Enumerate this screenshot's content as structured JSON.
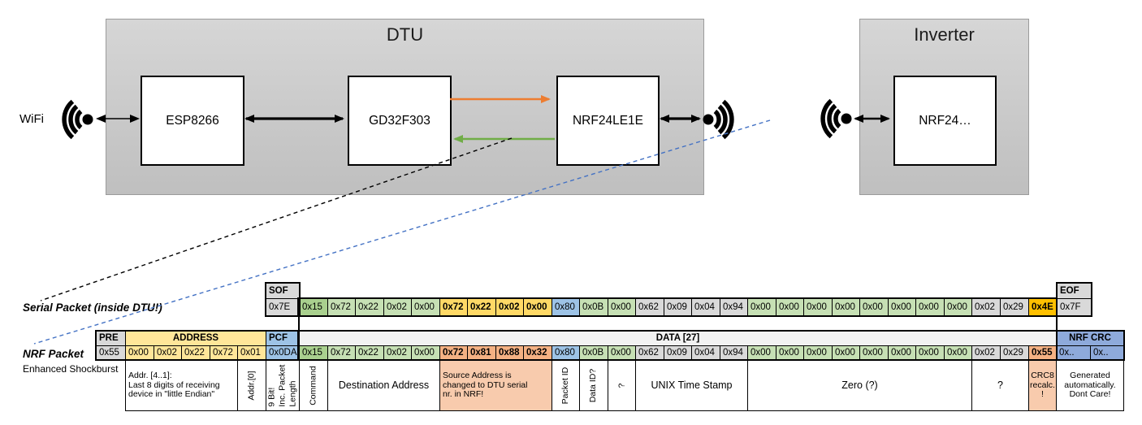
{
  "diagram": {
    "wifi_label": "WiFi",
    "dtu": {
      "title": "DTU",
      "components": [
        {
          "label": "ESP8266"
        },
        {
          "label": "GD32F303"
        },
        {
          "label": "NRF24LE1E"
        }
      ]
    },
    "inverter": {
      "title": "Inverter",
      "components": [
        {
          "label": "NRF24…"
        }
      ]
    }
  },
  "serial_packet": {
    "label": "Serial Packet (inside DTU!)",
    "sof_header": "SOF",
    "sof_value": "0x7E",
    "eof_header": "EOF",
    "eof_value": "0x7F",
    "bytes": [
      {
        "v": "0x15",
        "c": "gd"
      },
      {
        "v": "0x72",
        "c": "gl"
      },
      {
        "v": "0x22",
        "c": "gl"
      },
      {
        "v": "0x02",
        "c": "gl"
      },
      {
        "v": "0x00",
        "c": "gl"
      },
      {
        "v": "0x72",
        "c": "au"
      },
      {
        "v": "0x22",
        "c": "au"
      },
      {
        "v": "0x02",
        "c": "au"
      },
      {
        "v": "0x00",
        "c": "au"
      },
      {
        "v": "0x80",
        "c": "bl"
      },
      {
        "v": "0x0B",
        "c": "gl"
      },
      {
        "v": "0x00",
        "c": "gl"
      },
      {
        "v": "0x62",
        "c": "gy"
      },
      {
        "v": "0x09",
        "c": "gy"
      },
      {
        "v": "0x04",
        "c": "gy"
      },
      {
        "v": "0x94",
        "c": "gy"
      },
      {
        "v": "0x00",
        "c": "gl"
      },
      {
        "v": "0x00",
        "c": "gl"
      },
      {
        "v": "0x00",
        "c": "gl"
      },
      {
        "v": "0x00",
        "c": "gl"
      },
      {
        "v": "0x00",
        "c": "gl"
      },
      {
        "v": "0x00",
        "c": "gl"
      },
      {
        "v": "0x00",
        "c": "gl"
      },
      {
        "v": "0x00",
        "c": "gl"
      },
      {
        "v": "0x02",
        "c": "gy"
      },
      {
        "v": "0x29",
        "c": "gy"
      },
      {
        "v": "0x4E",
        "c": "or"
      }
    ]
  },
  "nrf_packet": {
    "label": "NRF Packet",
    "sublabel": "Enhanced Shockburst",
    "pre_header": "PRE",
    "pre_value": "0x55",
    "address_header": "ADDRESS",
    "address_values": [
      "0x00",
      "0x02",
      "0x22",
      "0x72",
      "0x01"
    ],
    "pcf_header": "PCF",
    "pcf_value": "0x0DA",
    "data_header": "DATA [27]",
    "bytes": [
      {
        "v": "0x15",
        "c": "gd"
      },
      {
        "v": "0x72",
        "c": "gl"
      },
      {
        "v": "0x22",
        "c": "gl"
      },
      {
        "v": "0x02",
        "c": "gl"
      },
      {
        "v": "0x00",
        "c": "gl"
      },
      {
        "v": "0x72",
        "c": "sa"
      },
      {
        "v": "0x81",
        "c": "sa"
      },
      {
        "v": "0x88",
        "c": "sa"
      },
      {
        "v": "0x32",
        "c": "sa"
      },
      {
        "v": "0x80",
        "c": "bl"
      },
      {
        "v": "0x0B",
        "c": "gl"
      },
      {
        "v": "0x00",
        "c": "gl"
      },
      {
        "v": "0x62",
        "c": "gy"
      },
      {
        "v": "0x09",
        "c": "gy"
      },
      {
        "v": "0x04",
        "c": "gy"
      },
      {
        "v": "0x94",
        "c": "gy"
      },
      {
        "v": "0x00",
        "c": "gl"
      },
      {
        "v": "0x00",
        "c": "gl"
      },
      {
        "v": "0x00",
        "c": "gl"
      },
      {
        "v": "0x00",
        "c": "gl"
      },
      {
        "v": "0x00",
        "c": "gl"
      },
      {
        "v": "0x00",
        "c": "gl"
      },
      {
        "v": "0x00",
        "c": "gl"
      },
      {
        "v": "0x00",
        "c": "gl"
      },
      {
        "v": "0x02",
        "c": "gy"
      },
      {
        "v": "0x29",
        "c": "gy"
      },
      {
        "v": "0x55",
        "c": "sa"
      }
    ],
    "crc_header": "NRF CRC",
    "crc_values": [
      "0x..",
      "0x.."
    ]
  },
  "annotations": [
    {
      "text": "Addr. [4..1]:\nLast 8 digits of receiving\ndevice in \"little Endian\"",
      "region": "addr",
      "start": 0,
      "span": 4,
      "style": "aleft"
    },
    {
      "text": "Addr.[0]",
      "region": "addr",
      "start": 4,
      "span": 1,
      "style": "vertical"
    },
    {
      "text": "9 Bit!\nInc. Packet\nLength",
      "region": "pcf",
      "start": 0,
      "span": 1,
      "style": "vertical"
    },
    {
      "text": "Command",
      "region": "data",
      "start": 0,
      "span": 1,
      "style": "vertical"
    },
    {
      "text": "Destination Address",
      "region": "data",
      "start": 1,
      "span": 4,
      "style": "big"
    },
    {
      "text": "Source Address is\nchanged to DTU serial\nnr. in NRF!",
      "region": "data",
      "start": 5,
      "span": 4,
      "style": "aleft salmon"
    },
    {
      "text": "Packet ID",
      "region": "data",
      "start": 9,
      "span": 1,
      "style": "vertical"
    },
    {
      "text": "Data ID?",
      "region": "data",
      "start": 10,
      "span": 1,
      "style": "vertical"
    },
    {
      "text": "?",
      "region": "data",
      "start": 11,
      "span": 1,
      "style": "vertical"
    },
    {
      "text": "UNIX Time Stamp",
      "region": "data",
      "start": 12,
      "span": 4,
      "style": "big"
    },
    {
      "text": "Zero (?)",
      "region": "data",
      "start": 16,
      "span": 8,
      "style": "big"
    },
    {
      "text": "?",
      "region": "data",
      "start": 24,
      "span": 2,
      "style": "big"
    },
    {
      "text": "CRC8\nrecalc.\n!",
      "region": "data",
      "start": 26,
      "span": 1,
      "style": "salmon"
    },
    {
      "text": "Generated\nautomatically.\nDont Care!",
      "region": "crc",
      "start": 0,
      "span": 2,
      "style": ""
    }
  ],
  "colors": {
    "arrow_orange": "#ED7D31",
    "arrow_green": "#70AD47",
    "dashed_blue": "#4472C4",
    "cell_green_dark": "#A9D08E",
    "cell_green_light": "#C6E0B4",
    "cell_gold": "#FFD966",
    "cell_yellow_address": "#FFE699",
    "cell_blue": "#9DC3E6",
    "cell_crc_blue": "#8EAADB",
    "cell_gray": "#D9D9D9",
    "cell_salmon": "#F4B183",
    "annotation_salmon": "#F8CBAD",
    "cell_orange_highlight": "#FFC000"
  }
}
